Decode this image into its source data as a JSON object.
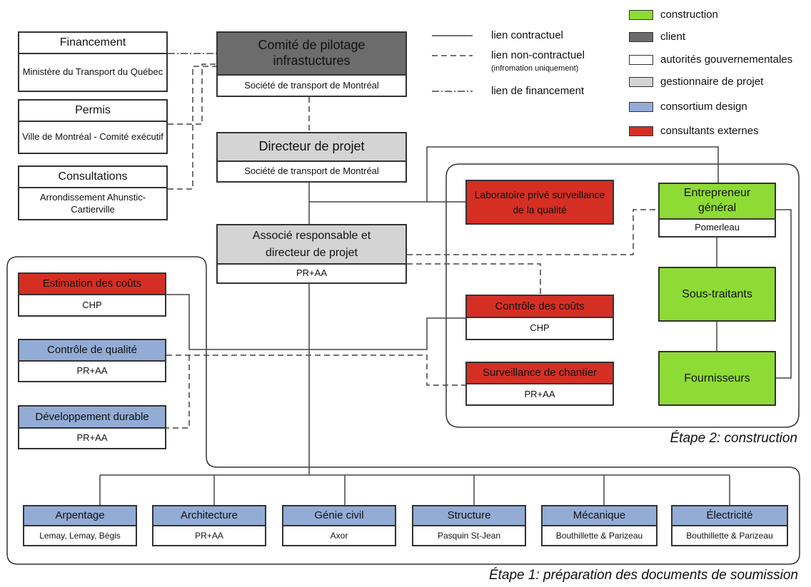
{
  "legend": {
    "lines": [
      {
        "label": "lien contractuel",
        "style": "solid"
      },
      {
        "label": "lien non-contractuel",
        "note": "(infromation uniquement)",
        "style": "dashed"
      },
      {
        "label": "lien de financement",
        "style": "dashdot"
      }
    ],
    "colors": [
      {
        "label": "construction",
        "color": "#8fdb35"
      },
      {
        "label": "client",
        "color": "#6c6c6c"
      },
      {
        "label": "autorités gouvernementales",
        "color": "#ffffff"
      },
      {
        "label": "gestionnaire de projet",
        "color": "#d4d4d4"
      },
      {
        "label": "consortium design",
        "color": "#93acd6"
      },
      {
        "label": "consultants externes",
        "color": "#d52f24"
      }
    ]
  },
  "stages": {
    "stage1": "Étape 1: préparation des documents de soumission",
    "stage2": "Étape 2: construction"
  },
  "nodes": {
    "financement": {
      "title": "Financement",
      "body": "Ministère du Transport du Québec"
    },
    "comite": {
      "title": "Comité de pilotage infrastuctures",
      "body": "Société de transport de Montréal"
    },
    "permis": {
      "title": "Permis",
      "body": "Ville de Montréal - Comité exécutif"
    },
    "directeur": {
      "title": "Directeur de projet",
      "body": "Société de transport de Montréal"
    },
    "consultations": {
      "title": "Consultations",
      "body": "Arrondissement Ahunstic-Cartierville"
    },
    "associe": {
      "title": "Associé responsable et directeur de projet",
      "body": "PR+AA"
    },
    "estimation": {
      "title": "Estimation des coûts",
      "body": "CHP"
    },
    "controle_qualite": {
      "title": "Contrôle de qualité",
      "body": "PR+AA"
    },
    "dev_durable": {
      "title": "Développement durable",
      "body": "PR+AA"
    },
    "laboratoire": {
      "title": "Laboratoire privé surveillance de la qualité"
    },
    "controle_couts": {
      "title": "Contrôle des coûts",
      "body": "CHP"
    },
    "surveillance": {
      "title": "Surveillance de chantier",
      "body": "PR+AA"
    },
    "entrepreneur": {
      "title": "Entrepreneur général",
      "body": "Pomerleau"
    },
    "sous_traitants": {
      "title": "Sous-traitants"
    },
    "fournisseurs": {
      "title": "Fournisseurs"
    },
    "arpentage": {
      "title": "Arpentage",
      "body": "Lemay, Lemay, Bégis"
    },
    "architecture": {
      "title": "Architecture",
      "body": "PR+AA"
    },
    "genie_civil": {
      "title": "Génie civil",
      "body": "Axor"
    },
    "structure": {
      "title": "Structure",
      "body": "Pasquin St-Jean"
    },
    "mecanique": {
      "title": "Mécanique",
      "body": "Bouthillette & Parizeau"
    },
    "electricite": {
      "title": "Électricité",
      "body": "Bouthillette & Parizeau"
    }
  }
}
